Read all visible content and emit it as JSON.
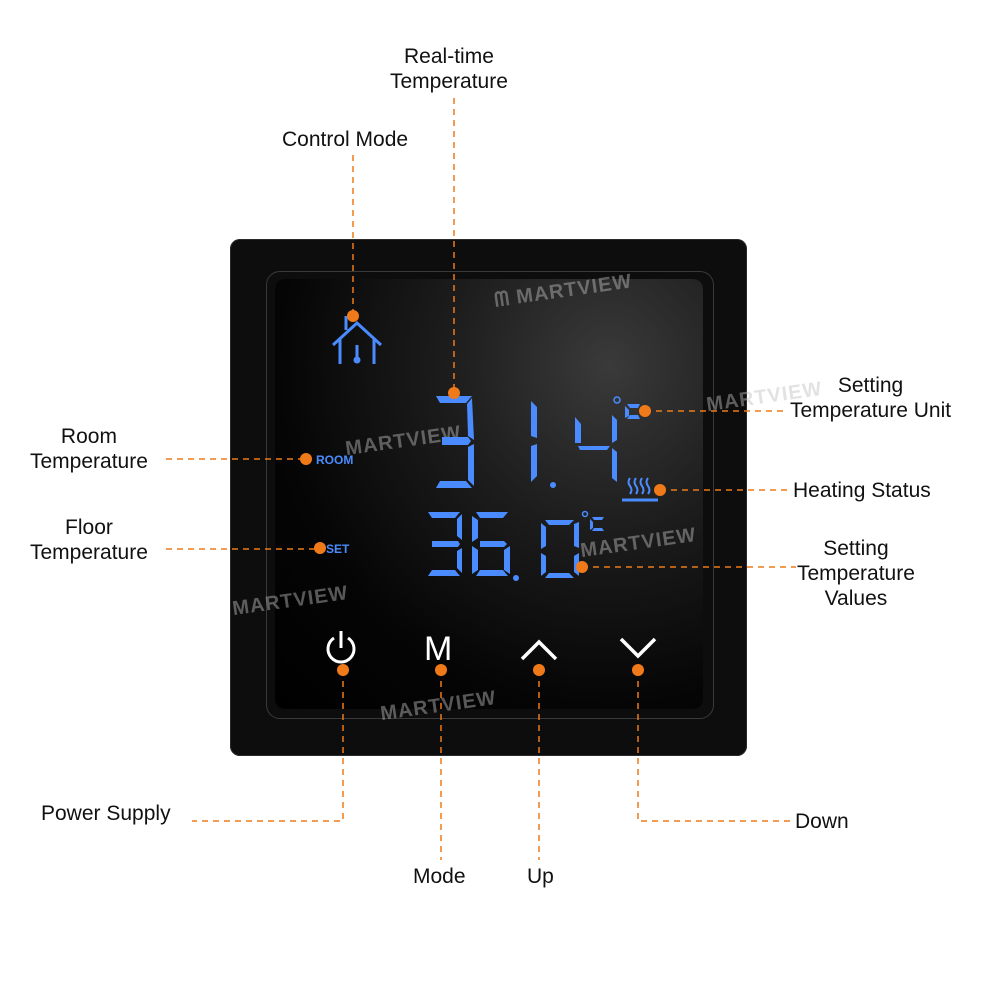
{
  "labels": {
    "realtime": [
      "Real-time",
      "Temperature"
    ],
    "control_mode": "Control Mode",
    "room": [
      "Room",
      "Temperature"
    ],
    "floor": [
      "Floor",
      "Temperature"
    ],
    "unit": [
      "Setting",
      "Temperature Unit"
    ],
    "heating": "Heating Status",
    "setting_values": [
      "Setting",
      "Temperature",
      "Values"
    ],
    "power": "Power Supply",
    "mode": "Mode",
    "up": "Up",
    "down": "Down"
  },
  "display": {
    "realtime_value": "31.4",
    "set_value": "36.0",
    "unit": "°C",
    "room_tag": "ROOM",
    "set_tag": "SET",
    "mode_key": "M"
  },
  "watermark": "MARTVIEW",
  "colors": {
    "accent": "#f07a1a",
    "lcd": "#4a8cff",
    "body": "#0d0d0d"
  }
}
